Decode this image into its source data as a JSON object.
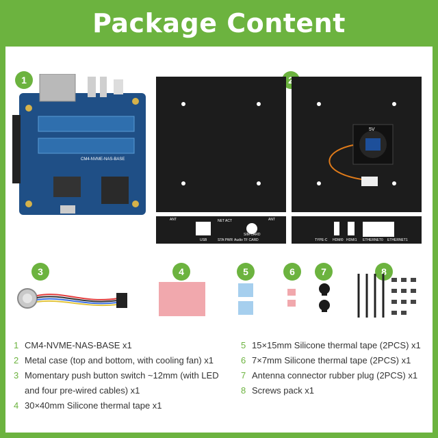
{
  "title": "Package Content",
  "items": [
    {
      "num": "1",
      "text": "CM4-NVME-NAS-BASE x1"
    },
    {
      "num": "2",
      "text": "Metal case (top and bottom, with cooling fan) x1"
    },
    {
      "num": "3",
      "text": "Momentary push button switch ~12mm (with LED and four pre-wired cables) x1"
    },
    {
      "num": "4",
      "text": "30×40mm Silicone thermal tape x1"
    },
    {
      "num": "5",
      "text": "15×15mm Silicone thermal tape (2PCS) x1"
    },
    {
      "num": "6",
      "text": "7×7mm Silicone thermal tape (2PCS) x1"
    },
    {
      "num": "7",
      "text": "Antenna connector rubber plug (2PCS) x1"
    },
    {
      "num": "8",
      "text": "Screws pack x1"
    }
  ],
  "board_label": "CM4-NVME-NAS-BASE",
  "fan_label": "5V",
  "io_front_labels": [
    "ANT",
    "USB",
    "NET ACT",
    "STA PWR",
    "Audio",
    "SIM CARD",
    "TF CARD",
    "ANT"
  ],
  "io_back_labels": [
    "TYPE-C",
    "HDMI0",
    "HDMI1",
    "ETHERNET0",
    "ETHERNET1"
  ],
  "colors": {
    "accent": "#6cb33f",
    "pcb": "#1f4f86",
    "case": "#1c1c1c",
    "pink_pad": "#f1a8ad",
    "blue_pad": "#a6cfee"
  }
}
